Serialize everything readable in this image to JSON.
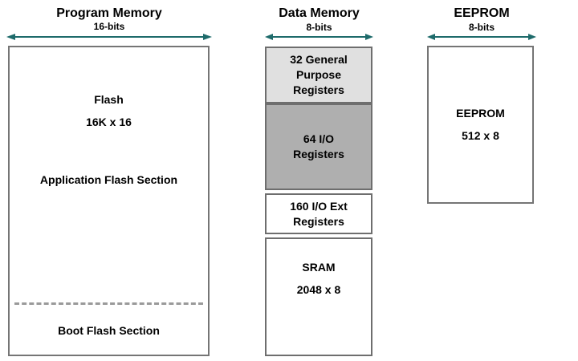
{
  "colors": {
    "arrow": "#1e6b6b",
    "box_border": "#757575",
    "block_light_gray": "#e0e0e0",
    "block_medium_gray": "#afafaf",
    "dashed_divider": "#9a9a9a",
    "text": "#000000",
    "background": "#ffffff"
  },
  "program_memory": {
    "title": "Program Memory",
    "width_label": "16-bits",
    "flash_label": "Flash",
    "flash_size": "16K x 16",
    "app_section_label": "Application Flash Section",
    "boot_section_label": "Boot Flash Section"
  },
  "data_memory": {
    "title": "Data Memory",
    "width_label": "8-bits",
    "blocks": [
      {
        "bg": "#e0e0e0",
        "lines": [
          "32 General",
          "Purpose",
          "Registers"
        ]
      },
      {
        "bg": "#afafaf",
        "lines": [
          "64 I/O",
          "Registers"
        ]
      },
      {
        "bg": "#ffffff",
        "lines": [
          "160 I/O Ext",
          "Registers"
        ]
      },
      {
        "bg": "#ffffff",
        "lines": [
          "SRAM",
          "2048 x 8"
        ]
      }
    ]
  },
  "eeprom": {
    "title": "EEPROM",
    "width_label": "8-bits",
    "label": "EEPROM",
    "size": "512 x 8"
  }
}
